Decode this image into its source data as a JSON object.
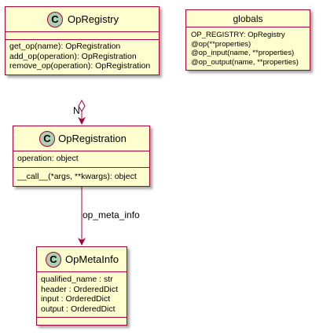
{
  "classes": {
    "op_registry": {
      "stereotype": "C",
      "name": "OpRegistry",
      "attributes": [],
      "methods": [
        "get_op(name): OpRegistration",
        "add_op(operation): OpRegistration",
        "remove_op(operation): OpRegistration"
      ]
    },
    "globals": {
      "name": "globals",
      "attributes": [
        "OP_REGISTRY: OpRegistry",
        "@op(**properties)",
        "@op_input(name, **properties)",
        "@op_output(name, **properties)"
      ]
    },
    "op_registration": {
      "stereotype": "C",
      "name": "OpRegistration",
      "attributes": [
        "operation: object"
      ],
      "methods": [
        "__call__(*args, **kwargs): object"
      ]
    },
    "op_meta_info": {
      "stereotype": "C",
      "name": "OpMetaInfo",
      "attributes": [
        "qualified_name : str",
        "header : OrderedDict",
        "input : OrderedDict",
        "output : OrderedDict"
      ]
    }
  },
  "edges": {
    "registry_to_registration": {
      "type": "aggregation",
      "multiplicity": "N"
    },
    "registration_to_metainfo": {
      "type": "association",
      "label": "op_meta_info"
    }
  },
  "colors": {
    "box_fill": "#fefece",
    "box_border": "#a80036",
    "stereotype_circle": "#add1b2",
    "edge": "#a80036"
  }
}
